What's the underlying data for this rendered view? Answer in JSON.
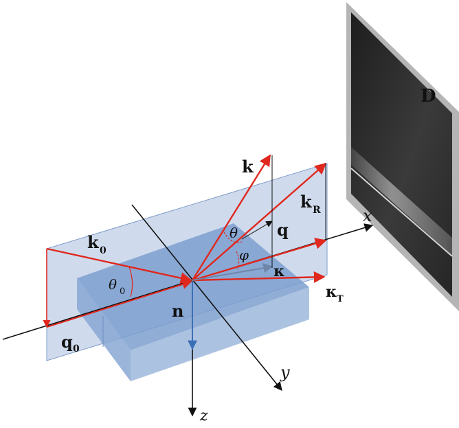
{
  "labels": {
    "detector": "D",
    "k": "k",
    "k_R": "k",
    "k_R_sub": "R",
    "k0": "k",
    "k0_sub": "0",
    "q": "q",
    "q0": "q",
    "q0_sub": "0",
    "theta": "θ",
    "phi": "φ",
    "theta0": "θ",
    "theta0_sub": "0",
    "kappa": "κ",
    "kappa_T": "κ",
    "kappa_T_sub": "T",
    "n": "n",
    "x": "x",
    "y": "y",
    "z": "z"
  },
  "colors": {
    "beam": "#e0281e",
    "axis": "#111111",
    "plane": "#9fb8dc",
    "sample_top": "#7c9fcf",
    "sample_front": "#9fb8dd",
    "sample_side": "#88a7d3",
    "normal": "#3b6fb5",
    "detector_frame": "#b3b3b3",
    "detector_screen": "#2a2a2a"
  }
}
